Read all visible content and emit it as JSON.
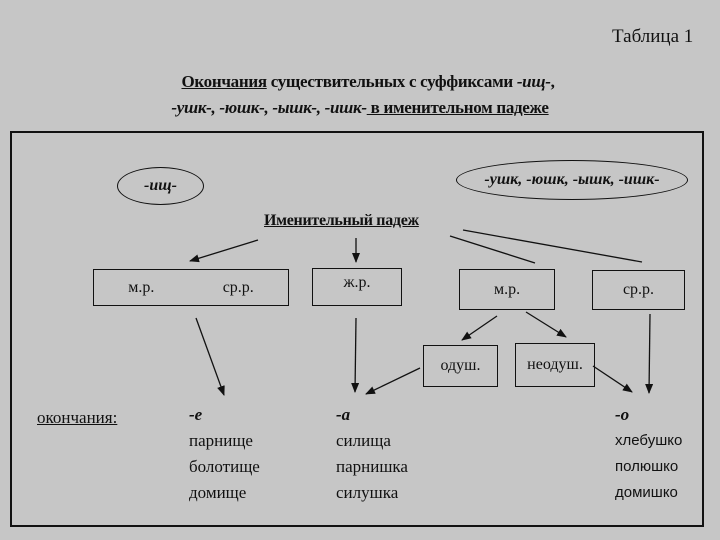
{
  "table_label": "Таблица 1",
  "title": {
    "line1_underlined": "Окончания",
    "line1_text": " существительных с суффиксами ",
    "line1_suffix": "-ищ-",
    "line1_tail": ",",
    "line2_suffixes": "-ушк-, -юшк-, -ышк-, -ишк-",
    "line2_tail": " в именительном падеже"
  },
  "ovals": {
    "left": "-ищ-",
    "right": "-ушк, -юшк, -ышк, -ишк-"
  },
  "case_heading": "Именительный падеж",
  "boxes": {
    "masc": "м.р.",
    "neut": "ср.р.",
    "fem": "ж.р.",
    "masc2": "м.р.",
    "neut2": "ср.р.",
    "animate": "одуш.",
    "inanimate": "неодуш."
  },
  "endings_label": "окончания:",
  "columns": {
    "e": {
      "ending": "-е",
      "words": [
        "парнище",
        "болотище",
        "домище"
      ]
    },
    "a": {
      "ending": "-а",
      "words": [
        "силища",
        "парнишка",
        "силушка"
      ]
    },
    "o": {
      "ending": "-о",
      "words": [
        "хлебушко",
        "полюшко",
        "домишко"
      ]
    }
  }
}
